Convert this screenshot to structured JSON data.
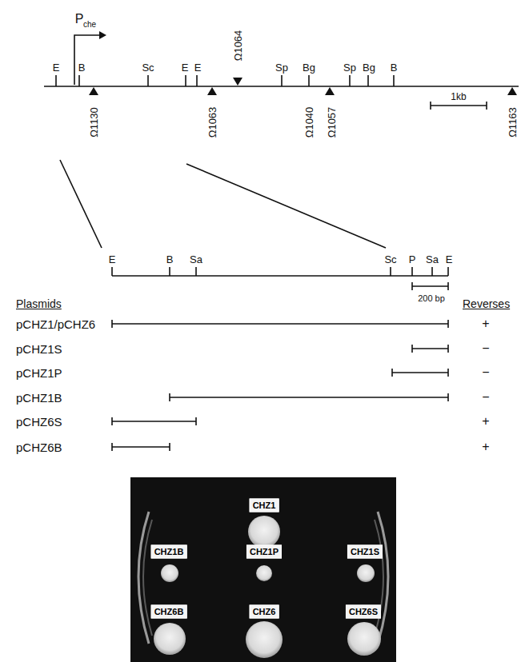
{
  "diagram": {
    "nodes": [
      {
        "text": [
          "CHZ1"
        ]
      },
      {
        "text": [
          "CHZ1B"
        ]
      },
      {
        "text": [
          "CHZ1P"
        ]
      },
      {
        "text": [
          "CHZ1S"
        ]
      },
      {
        "text": [
          "CHZ6B"
        ]
      },
      {
        "text": [
          "CHZ6"
        ]
      },
      {
        "text": [
          "CHZ6S"
        ]
      }
    ],
    "edges": [],
    "labels": [
      "P",
      "che",
      "E",
      "B",
      "Sc",
      "E",
      "E",
      "Ω1064",
      "Sp",
      "Bg",
      "Sp",
      "Bg",
      "B",
      "1kb",
      "Ω1130",
      "Ω1063",
      "Ω1040",
      "Ω1057",
      "Ω1163",
      "E",
      "B",
      "Sa",
      "Sc",
      "P",
      "Sa",
      "E",
      "200 bp",
      "Plasmids",
      "Reverses",
      "pCHZ1/pCHZ6",
      "+",
      "pCHZ1S",
      "−",
      "pCHZ1P",
      "−",
      "pCHZ1B",
      "−",
      "pCHZ6S",
      "+",
      "pCHZ6B",
      "+"
    ]
  }
}
